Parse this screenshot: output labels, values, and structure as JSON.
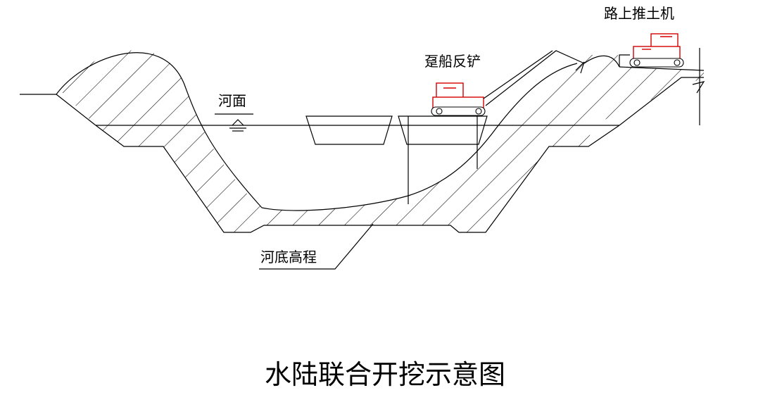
{
  "labels": {
    "road_bulldozer": "路上推土机",
    "barge_backhoe": "趸船反铲",
    "water_surface": "河面",
    "riverbed_elevation": "河底高程"
  },
  "title": "水陆联合开挖示意图",
  "colors": {
    "machine": "#d40000",
    "line": "#000000"
  }
}
